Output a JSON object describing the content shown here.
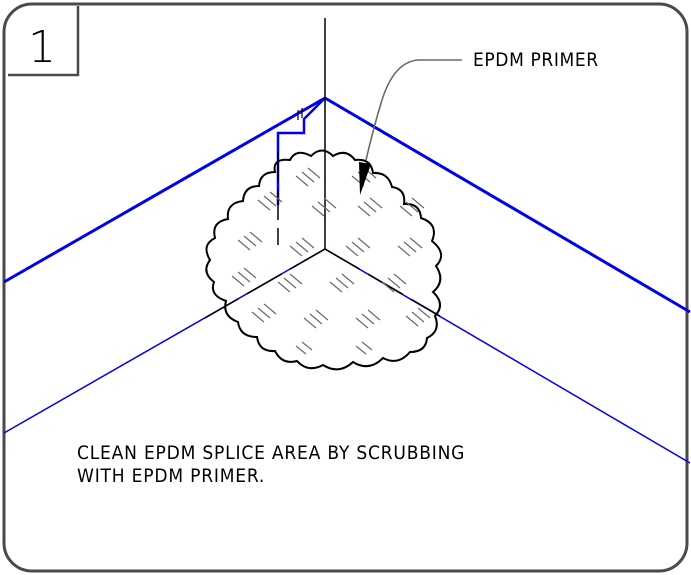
{
  "detail": {
    "step_number": "1",
    "leader_label": "EPDM PRIMER",
    "instruction_lines": [
      "CLEAN EPDM SPLICE AREA BY SCRUBBING",
      "WITH EPDM PRIMER."
    ]
  },
  "colors": {
    "border": "#4a4a4a",
    "linework": "#000000",
    "membrane": "#0000ee"
  }
}
